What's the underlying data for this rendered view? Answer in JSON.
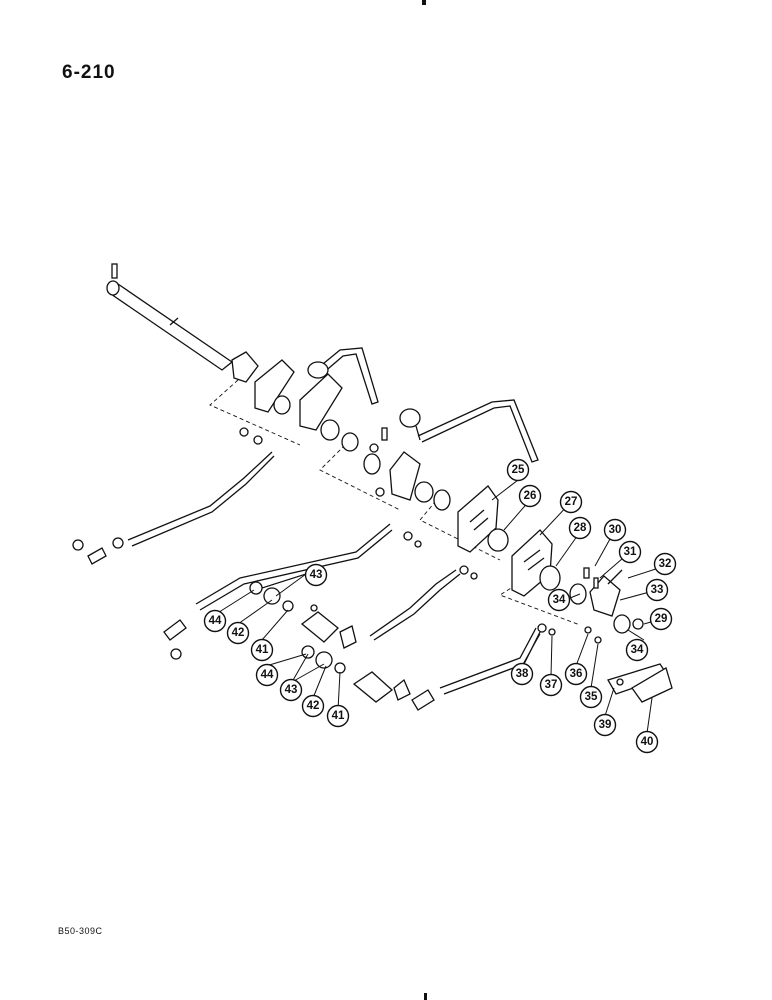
{
  "page_number": "6-210",
  "reference_code": "B50-309C",
  "callouts": [
    {
      "id": "c25",
      "label": "25"
    },
    {
      "id": "c26",
      "label": "26"
    },
    {
      "id": "c27",
      "label": "27"
    },
    {
      "id": "c28",
      "label": "28"
    },
    {
      "id": "c30",
      "label": "30"
    },
    {
      "id": "c31",
      "label": "31"
    },
    {
      "id": "c32",
      "label": "32"
    },
    {
      "id": "c33",
      "label": "33"
    },
    {
      "id": "c34a",
      "label": "34"
    },
    {
      "id": "c29",
      "label": "29"
    },
    {
      "id": "c34b",
      "label": "34"
    },
    {
      "id": "c43a",
      "label": "43"
    },
    {
      "id": "c44a",
      "label": "44"
    },
    {
      "id": "c42a",
      "label": "42"
    },
    {
      "id": "c41a",
      "label": "41"
    },
    {
      "id": "c44b",
      "label": "44"
    },
    {
      "id": "c43b",
      "label": "43"
    },
    {
      "id": "c42b",
      "label": "42"
    },
    {
      "id": "c41b",
      "label": "41"
    },
    {
      "id": "c38",
      "label": "38"
    },
    {
      "id": "c37",
      "label": "37"
    },
    {
      "id": "c36",
      "label": "36"
    },
    {
      "id": "c35",
      "label": "35"
    },
    {
      "id": "c39",
      "label": "39"
    },
    {
      "id": "c40",
      "label": "40"
    }
  ]
}
